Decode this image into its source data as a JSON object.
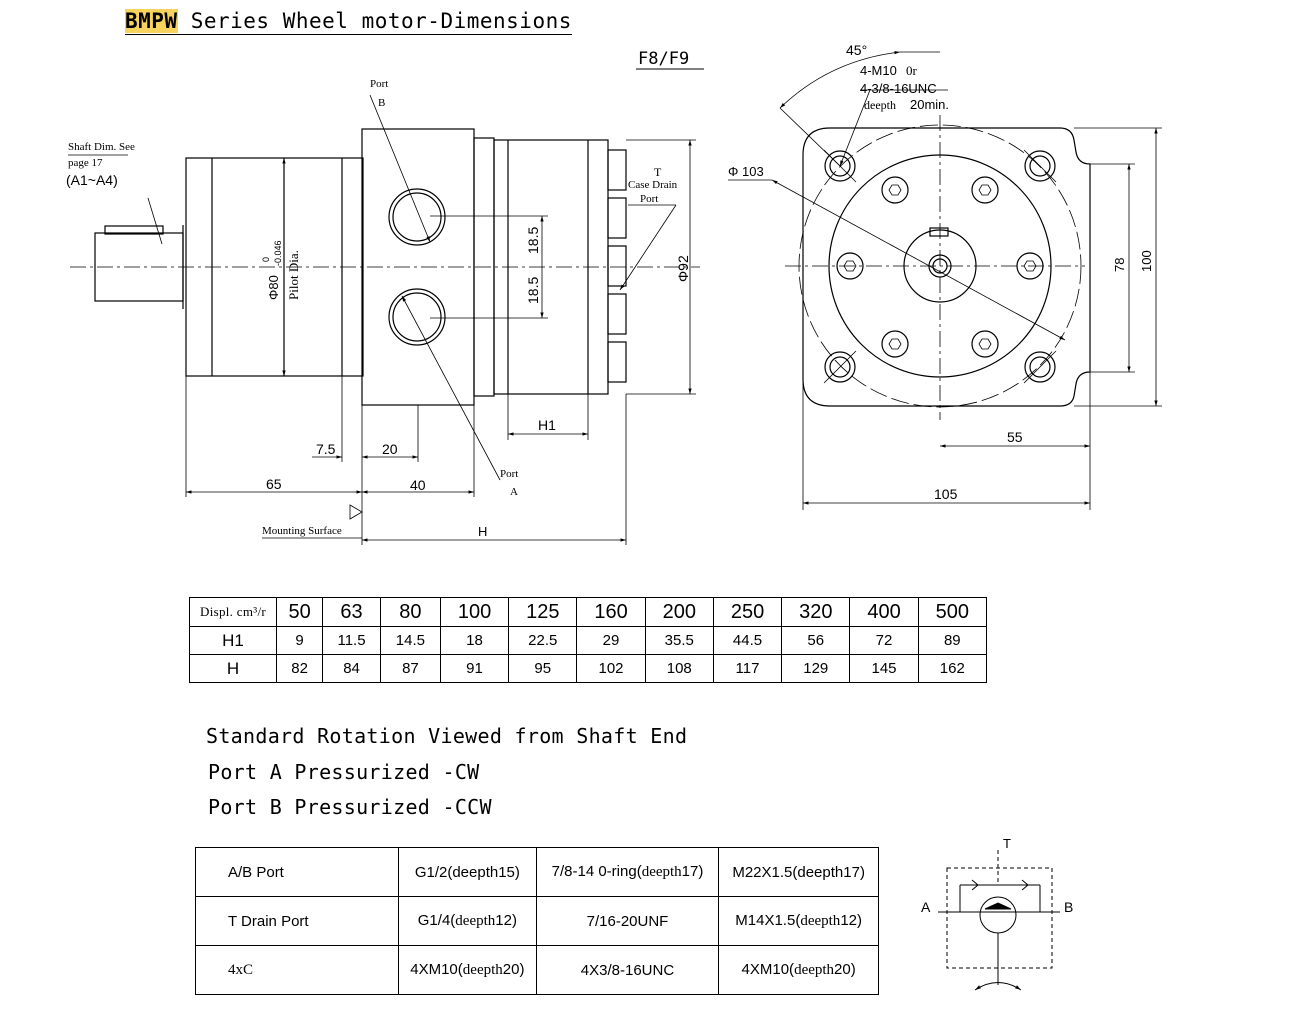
{
  "title": {
    "brand": "BMPW",
    "rest": " Series Wheel motor-Dimensions"
  },
  "flange_code": "F8/F9",
  "side_view": {
    "port_b": "Port",
    "port_b_letter": "B",
    "port_a": "Port",
    "port_a_letter": "A",
    "shaft_note_1": "Shaft Dim. See",
    "shaft_note_2": "page 17",
    "shaft_note_3": "(A1~A4)",
    "pilot_dim": "Φ80",
    "pilot_tol_upper": "0",
    "pilot_tol_lower": "-0.046",
    "pilot_label": "Pilot Dia.",
    "dim_18_5_top": "18.5",
    "dim_18_5_bottom": "18.5",
    "t_label": "T",
    "case_drain": "Case Drain",
    "case_drain_port": "Port",
    "dia_92": "Φ92",
    "dim_h1": "H1",
    "dim_7_5": "7.5",
    "dim_20": "20",
    "dim_65": "65",
    "dim_40": "40",
    "dim_h": "H",
    "mounting_surface": "Mounting Surface"
  },
  "front_view": {
    "angle": "45°",
    "bolt_1_a": "4-M10",
    "bolt_1_b": "0r",
    "bolt_2": "4-3/8-16UNC",
    "bolt_depth_a": "deepth",
    "bolt_depth_b": "20min.",
    "dia_103": "Φ 103",
    "dim_78": "78",
    "dim_100": "100",
    "dim_55": "55",
    "dim_105": "105"
  },
  "displacement_table": {
    "header_label": "Displ. cm³/r",
    "displacements": [
      "50",
      "63",
      "80",
      "100",
      "125",
      "160",
      "200",
      "250",
      "320",
      "400",
      "500"
    ],
    "rows": [
      {
        "label": "H1",
        "values": [
          "9",
          "11.5",
          "14.5",
          "18",
          "22.5",
          "29",
          "35.5",
          "44.5",
          "56",
          "72",
          "89"
        ]
      },
      {
        "label": "H",
        "values": [
          "82",
          "84",
          "87",
          "91",
          "95",
          "102",
          "108",
          "117",
          "129",
          "145",
          "162"
        ]
      }
    ]
  },
  "rotation": {
    "line1": "Standard Rotation Viewed from Shaft End",
    "line2": "Port A Pressurized -CW",
    "line3": "Port B Pressurized -CCW"
  },
  "port_table": {
    "rows": [
      {
        "label": "A/B Port",
        "c1a": "G1/2(deepth15)",
        "c1b": "",
        "c2a": "7/8-14 0-ring(",
        "c2b": "deepth",
        "c2c": "17)",
        "c3a": "M22X1.5(deepth17)",
        "c3b": ""
      },
      {
        "label": "T Drain Port",
        "c1a": "G1/4(",
        "c1b": "deepth",
        "c1c": "12)",
        "c2a": "7/16-20UNF",
        "c3a": "M14X1.5(",
        "c3b": "deepth",
        "c3c": "12)"
      },
      {
        "label": "4xC",
        "c1a": "4XM10(",
        "c1b": "deepth",
        "c1c": "20)",
        "c2a": "4X3/8-16UNC",
        "c3a": "4XM10(",
        "c3b": "deepth",
        "c3c": "20)"
      }
    ]
  },
  "hydraulic_symbol": {
    "a": "A",
    "b": "B",
    "t": "T"
  }
}
